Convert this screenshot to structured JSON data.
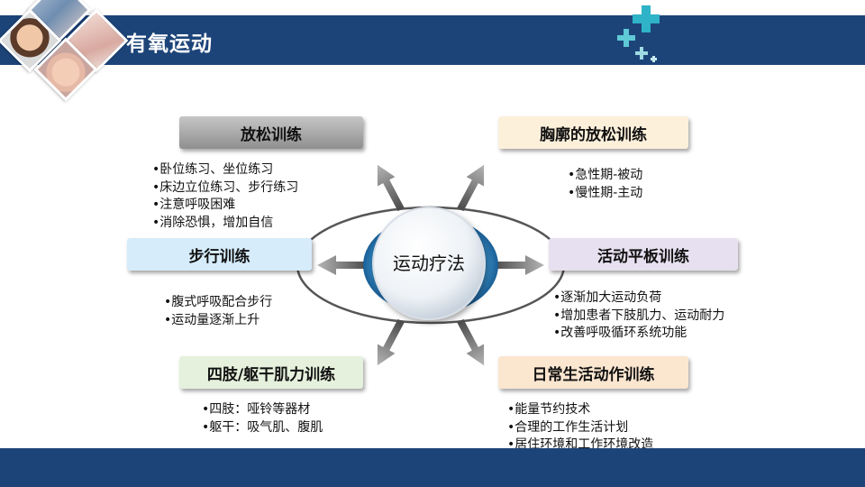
{
  "header": {
    "title": "有氧运动",
    "colors": {
      "bar": "#1d4479",
      "title": "#ffffff"
    }
  },
  "decor": {
    "photos": [
      "doctor-photo",
      "woman-photo",
      "hands-photo",
      "baby-photo"
    ],
    "crosses": "medical-cross-icons"
  },
  "diagram": {
    "center": "运动疗法",
    "nodes": {
      "relax": {
        "label": "放松训练",
        "items": [
          "•卧位练习、坐位练习",
          "•床边立位练习、步行练习",
          "•注意呼吸困难",
          "•消除恐惧，增加自信"
        ]
      },
      "chest": {
        "label": "胸廓的放松训练",
        "items": [
          "•急性期-被动",
          "•慢性期-主动"
        ]
      },
      "walk": {
        "label": "步行训练",
        "items": [
          "•腹式呼吸配合步行",
          "•运动量逐渐上升"
        ]
      },
      "platform": {
        "label": "活动平板训练",
        "items": [
          "•逐渐加大运动负荷",
          "•增加患者下肢肌力、运动耐力",
          "•改善呼吸循环系统功能"
        ]
      },
      "limb": {
        "label": "四肢/躯干肌力训练",
        "items": [
          "•四肢：哑铃等器材",
          "•躯干：吸气肌、腹肌"
        ]
      },
      "daily": {
        "label": "日常生活动作训练",
        "items": [
          "•能量节约技术",
          "•合理的工作生活计划",
          "•居住环境和工作环境改造"
        ]
      }
    },
    "colors": {
      "relax": "#a8a8a8",
      "chest": "#fdf0db",
      "walk": "#d6ecfb",
      "platform": "#e7e0f0",
      "limb": "#e5f1dc",
      "daily": "#fbe6d0",
      "ring": "#2a8bc9"
    }
  }
}
